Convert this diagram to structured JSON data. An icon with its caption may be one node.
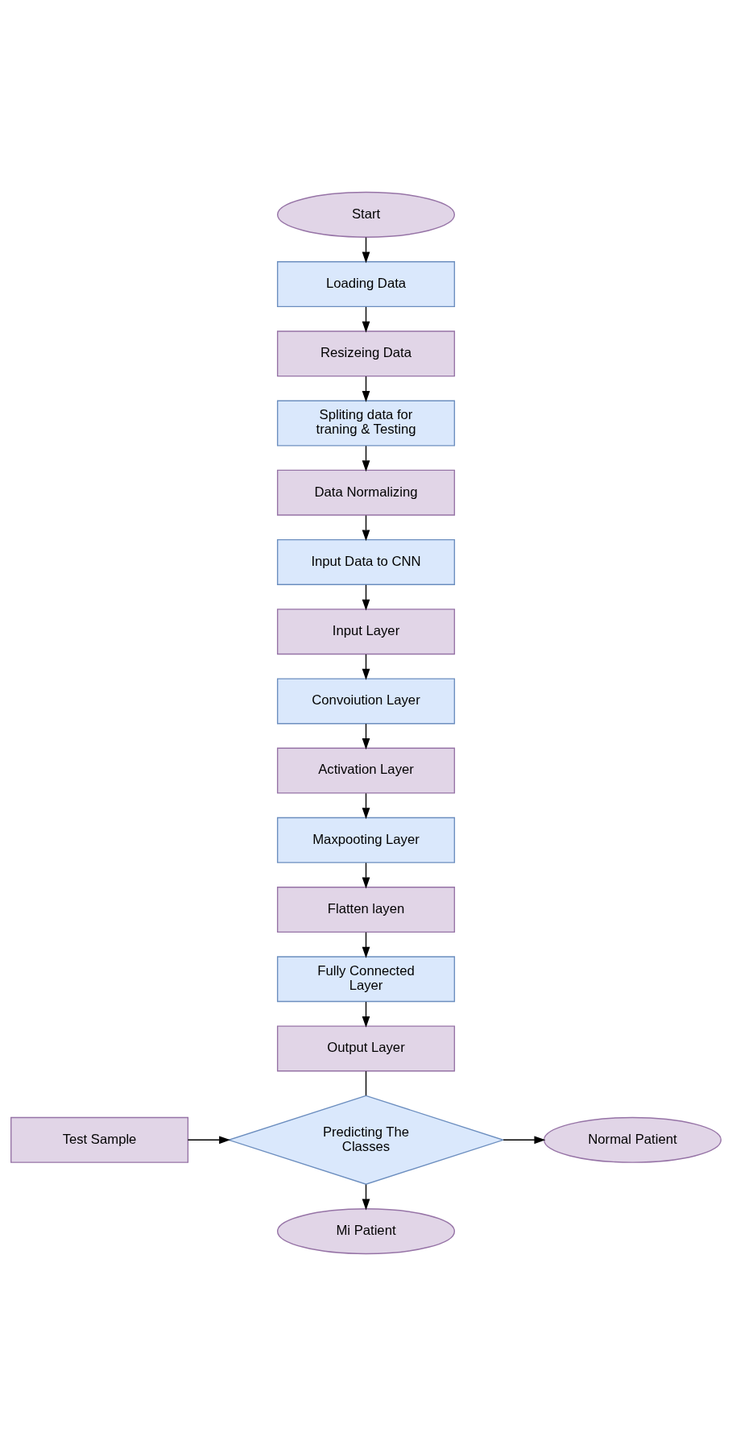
{
  "diagram": {
    "nodes": [
      {
        "text": [
          "Start"
        ]
      },
      {
        "text": [
          "Loading Data"
        ]
      },
      {
        "text": [
          "Resizeing Data"
        ]
      },
      {
        "text": [
          "Spliting data for traning & Testing"
        ]
      },
      {
        "text": [
          "Data Normalizing"
        ]
      },
      {
        "text": [
          "Input Data to CNN"
        ]
      },
      {
        "text": [
          "Input Layer"
        ]
      },
      {
        "text": [
          "Convoiution Layer"
        ]
      },
      {
        "text": [
          "Activation Layer"
        ]
      },
      {
        "text": [
          "Maxpooting Layer"
        ]
      },
      {
        "text": [
          "Flatten layen"
        ]
      },
      {
        "text": [
          "Fully Connected Layer"
        ]
      },
      {
        "text": [
          "Output Layer"
        ]
      },
      {
        "text": [
          "Test Sample"
        ]
      },
      {
        "text": [
          "Predicting The Classes"
        ]
      },
      {
        "text": [
          "Normal Patient"
        ]
      },
      {
        "text": [
          "Mi Patient"
        ]
      }
    ],
    "edges": [
      {
        "from": 0,
        "to": 1,
        "arrow": "to"
      },
      {
        "from": 1,
        "to": 2,
        "arrow": "to"
      },
      {
        "from": 2,
        "to": 3,
        "arrow": "to"
      },
      {
        "from": 3,
        "to": 4,
        "arrow": "to"
      },
      {
        "from": 4,
        "to": 5,
        "arrow": "to"
      },
      {
        "from": 5,
        "to": 6,
        "arrow": "to"
      },
      {
        "from": 6,
        "to": 7,
        "arrow": "to"
      },
      {
        "from": 7,
        "to": 8,
        "arrow": "to"
      },
      {
        "from": 8,
        "to": 9,
        "arrow": "to"
      },
      {
        "from": 9,
        "to": 10,
        "arrow": "to"
      },
      {
        "from": 10,
        "to": 11,
        "arrow": "to"
      },
      {
        "from": 11,
        "to": 12,
        "arrow": "to"
      },
      {
        "from": 12,
        "to": 14,
        "arrow": "none"
      },
      {
        "from": 13,
        "to": 14,
        "arrow": "to"
      },
      {
        "from": 14,
        "to": 15,
        "arrow": "to"
      },
      {
        "from": 14,
        "to": 16,
        "arrow": "to"
      }
    ]
  }
}
